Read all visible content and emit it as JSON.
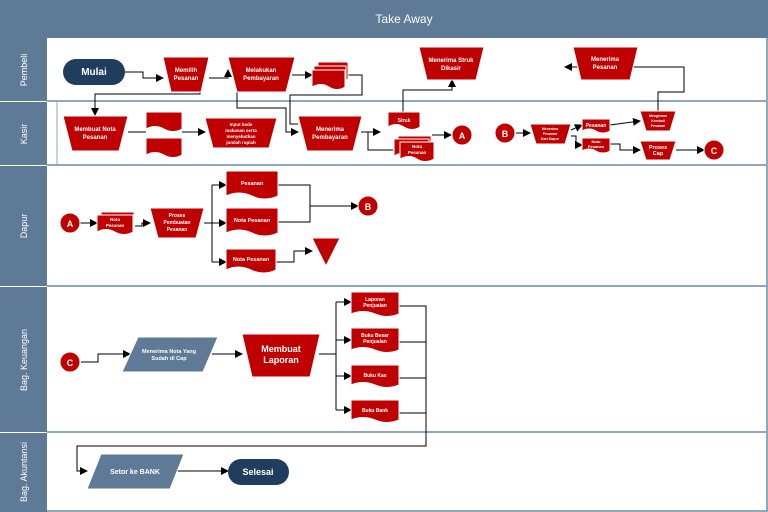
{
  "title": "Take Away",
  "lanes": [
    "Pembeli",
    "Kasir",
    "Dapur",
    "Bag. Keuangan",
    "Bag. Akuntansi"
  ],
  "colors": {
    "header": "#5e7a96",
    "lane_label": "#5e7a96",
    "red": "#c00000",
    "terminal": "#1f3d5c",
    "io": "#5e7a96",
    "border": "#8fa6bd"
  },
  "nodes": {
    "mulai": "Mulai",
    "memilih": "Memilih Pesanan",
    "melakukan": "Melakukan Pembayaran",
    "menerima_struk": "Menerima Struk Dikasir",
    "menerima_pesanan": "Menerima Pesanan",
    "membuat_nota": "Membuat Nota Pesanan",
    "input_kode": "Input kode makanan serta menyebutkan jumlah rupiah",
    "menerima_pembayaran": "Menerima Pembayaran",
    "struk": "Struk",
    "nota_pesanan_kasir": "Nota Pesanan",
    "conn_a": "A",
    "conn_b": "B",
    "menerima_dari_dapur": "Menerima Pesanan Dari Dapur",
    "pesanan_kasir": "Pesanan",
    "nota_pesanan_kasir2": "Nota Pesanan",
    "mengemas": "Mengemas Kembali Pesanan",
    "proses_cap": "Proses Cap",
    "conn_c": "C",
    "dapur_nota": "Nota Pesanan",
    "proses_pembuatan": "Proses Pembuatan Pesanan",
    "dapur_pesanan": "Pesanan",
    "dapur_nota2": "Nota Pesanan",
    "dapur_nota3": "Nota Pesanan",
    "menerima_nota_cap": "Menerima Nota Yang Sudah di Cap",
    "membuat_laporan": "Membuat Laporan",
    "laporan_penjualan": "Laporan Penjualan",
    "buku_besar": "Buku Besar Penjualan",
    "buku_kas": "Buku Kas",
    "buku_bank": "Buku Bank",
    "setor": "Setor ke BANK",
    "selesai": "Selesai"
  }
}
